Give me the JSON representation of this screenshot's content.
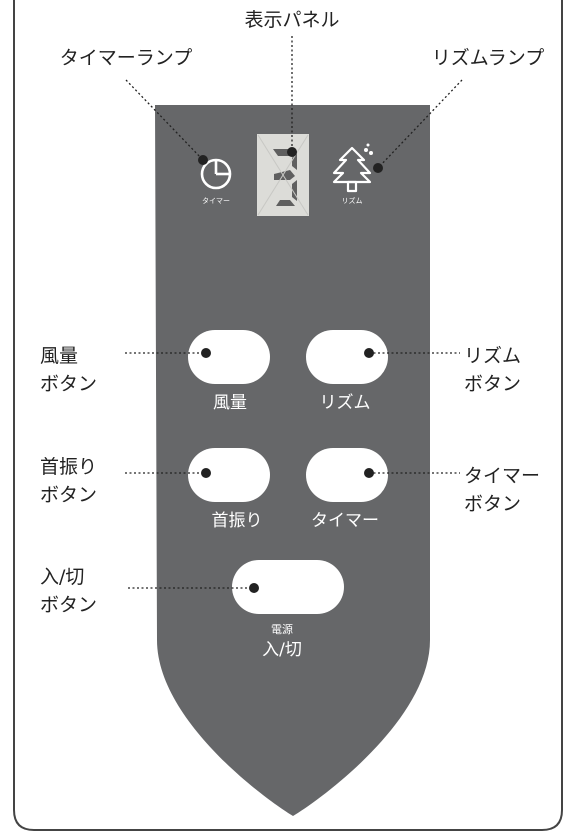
{
  "colors": {
    "panel": "#666769",
    "button": "#ffffff",
    "display_bg": "#dcdcd8",
    "segment": "#5f5f5f",
    "frame": "#444444",
    "label_text": "#222222"
  },
  "top_labels": {
    "display_panel": "表示パネル",
    "timer_lamp": "タイマーランプ",
    "rhythm_lamp": "リズムランプ"
  },
  "lamps": {
    "timer_icon": "clock-icon",
    "timer_caption": "タイマー",
    "rhythm_icon": "tree-icon",
    "rhythm_caption": "リズム"
  },
  "buttons": {
    "wind": {
      "caption": "風量",
      "label_line1": "風量",
      "label_line2": "ボタン"
    },
    "rhythm": {
      "caption": "リズム",
      "label_line1": "リズム",
      "label_line2": "ボタン"
    },
    "swing": {
      "caption": "首振り",
      "label_line1": "首振り",
      "label_line2": "ボタン"
    },
    "timer": {
      "caption": "タイマー",
      "label_line1": "タイマー",
      "label_line2": "ボタン"
    },
    "power": {
      "caption_small": "電源",
      "caption": "入/切",
      "label_line1": "入/切",
      "label_line2": "ボタン"
    }
  }
}
